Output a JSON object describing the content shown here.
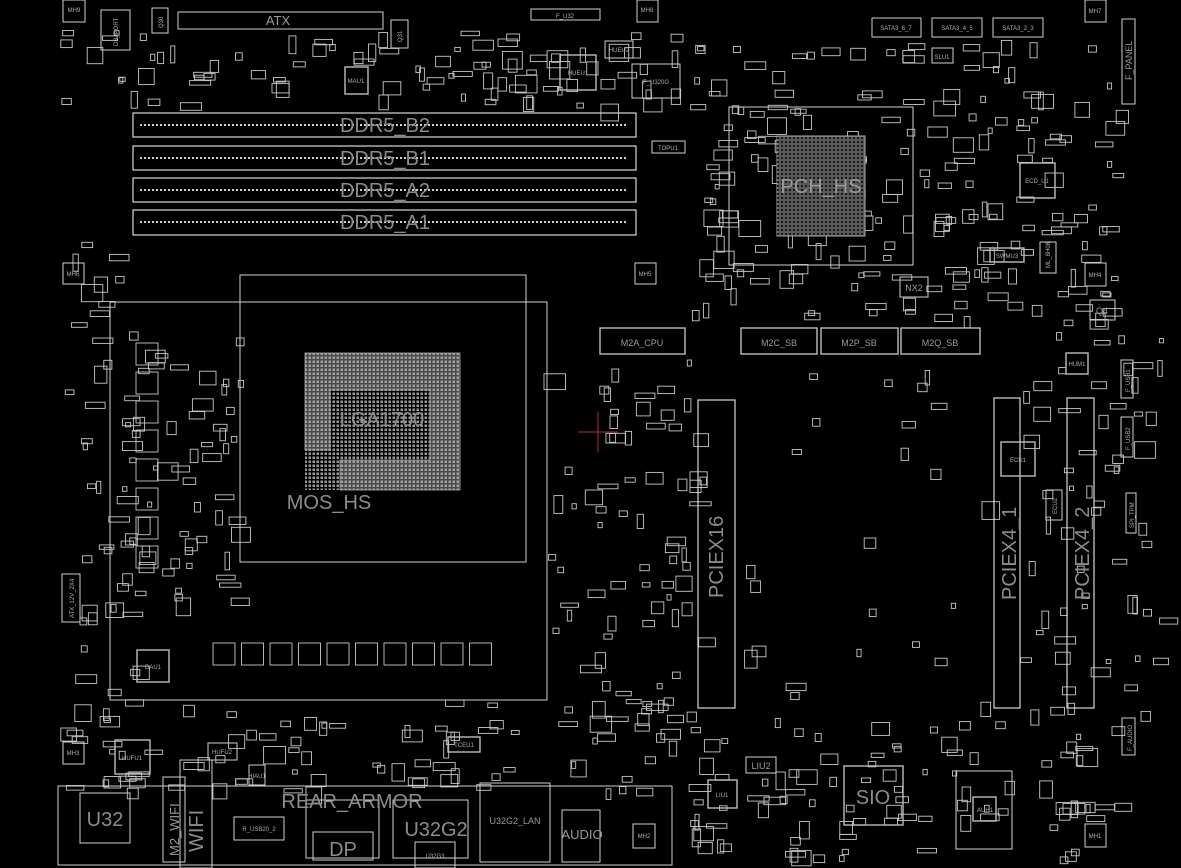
{
  "board": {
    "connectors": {
      "atx": "ATX",
      "db_port": "DB_PORT",
      "f_u32": "F_U32",
      "f_u320g": "F_U320G",
      "ddr5_b2": "DDR5_B2",
      "ddr5_b1": "DDR5_B1",
      "ddr5_a2": "DDR5_A2",
      "ddr5_a1": "DDR5_A1",
      "sata3_6_7": "SATA3_6_7",
      "sata3_4_5": "SATA3_4_5",
      "sata3_2_3": "SATA3_2_3",
      "f_panel": "F_PANEL",
      "m2a_cpu": "M2A_CPU",
      "m2c_sb": "M2C_SB",
      "m2p_sb": "M2P_SB",
      "m2q_sb": "M2Q_SB",
      "pciex16": "PCIEX16",
      "pciex4_1": "PCIEX4_1",
      "pciex4_2": "PCIEX4_2",
      "f_usb1": "F_USB1",
      "f_usb2": "F_USB2",
      "spi_tpm": "SPI_TPM",
      "f_audio": "F_AUDIO",
      "atx_12v": "ATX_12V_2X4",
      "m2_wifi": "M2_WIFI",
      "wifi": "WIFI",
      "r_usb20_2": "R_USB20_2",
      "u32": "U32",
      "u32g2": "U32G2",
      "u32g3": "U32G3",
      "u32g2_lan": "U32G2_LAN",
      "audio": "AUDIO",
      "dp": "DP"
    },
    "regions": {
      "lga1700": "LGA1700",
      "mos_hs": "MOS_HS",
      "pch_hs": "PCH_HS",
      "rear_armor": "REAR_ARMOR"
    },
    "chips": {
      "q30": "Q30",
      "q31": "Q31",
      "mau1": "MAU1",
      "hueu1": "HUEU1",
      "hueu2": "HUEU2",
      "topu1": "TOPU1",
      "slu1": "SLU1",
      "ecd_u1": "ECD_U1",
      "swmu3": "SWMU3",
      "nx2": "NX2",
      "q4": "Q4",
      "hum1": "HUM1",
      "ecu1": "ECU1",
      "ecu2": "ECU2",
      "dau1": "DAU1",
      "hufu1": "HUFU1",
      "hufu2": "HUFU2",
      "hiau1": "HIAU1",
      "tceu1": "TCEU1",
      "liu1": "LIU1",
      "liu2": "LIU2",
      "sio": "SIO",
      "auh1": "AUH1",
      "ml_8h08": "ML_8H08"
    },
    "mounting_holes": {
      "mh1": "MH1",
      "mh2": "MH2",
      "mh3": "MH3",
      "mh4": "MH4",
      "mh5": "MH5",
      "mh6": "MH6",
      "mh7": "MH7",
      "mh8": "MH8",
      "mh9": "MH9"
    },
    "colors": {
      "background": "#000000",
      "outline": "#cfcfcf",
      "label": "#9a9a9a",
      "cursor": "#b03030",
      "via": "#1a8a8a"
    }
  }
}
